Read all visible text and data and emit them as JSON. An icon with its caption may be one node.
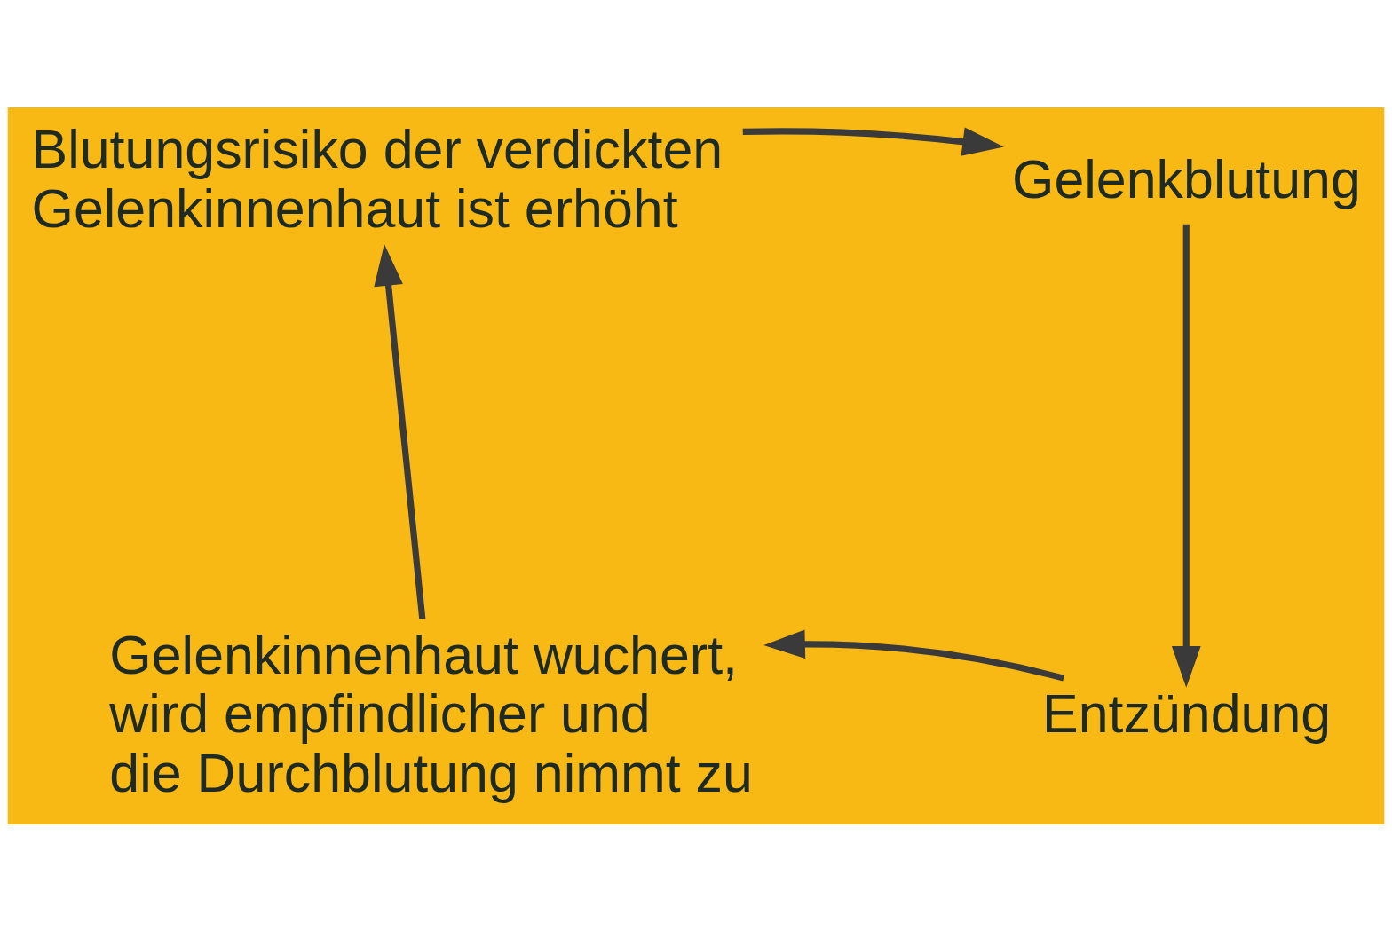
{
  "diagram": {
    "nodes": [
      {
        "text": [
          "Blutungsrisiko der verdickten Gelenkinnenhaut ist erhöht"
        ]
      },
      {
        "text": [
          "Gelenkblutung"
        ]
      },
      {
        "text": [
          "Entzündung"
        ]
      },
      {
        "text": [
          "Gelenkinnenhaut wuchert, wird empfindlicher und die Durchblutung nimmt zu"
        ]
      }
    ],
    "edges": [
      {
        "from": 0,
        "to": 1,
        "arrow": "to"
      },
      {
        "from": 1,
        "to": 2,
        "arrow": "to"
      },
      {
        "from": 2,
        "to": 3,
        "arrow": "to"
      },
      {
        "from": 3,
        "to": 0,
        "arrow": "to"
      }
    ]
  }
}
